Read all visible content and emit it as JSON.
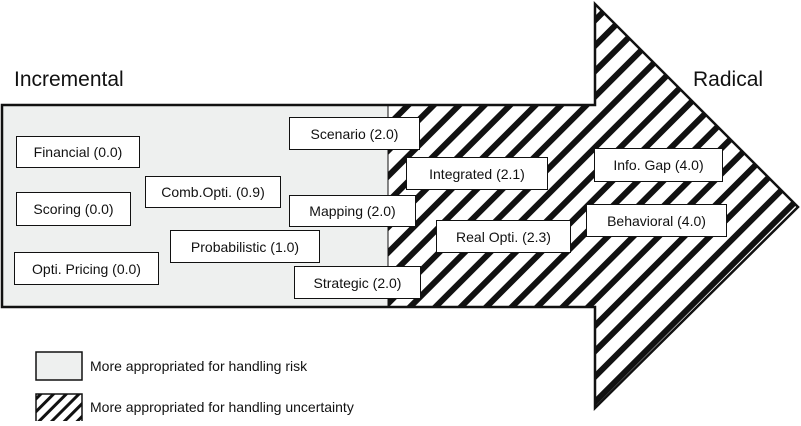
{
  "labels": {
    "left": "Incremental",
    "right": "Radical"
  },
  "methods": [
    {
      "id": "financial",
      "label": "Financial (0.0)"
    },
    {
      "id": "scoring",
      "label": "Scoring (0.0)"
    },
    {
      "id": "opti-pricing",
      "label": "Opti. Pricing (0.0)"
    },
    {
      "id": "comb-opti",
      "label": "Comb.Opti. (0.9)"
    },
    {
      "id": "probabilistic",
      "label": "Probabilistic (1.0)"
    },
    {
      "id": "scenario",
      "label": "Scenario (2.0)"
    },
    {
      "id": "mapping",
      "label": "Mapping (2.0)"
    },
    {
      "id": "strategic",
      "label": "Strategic (2.0)"
    },
    {
      "id": "integrated",
      "label": "Integrated (2.1)"
    },
    {
      "id": "real-opti",
      "label": "Real Opti. (2.3)"
    },
    {
      "id": "info-gap",
      "label": "Info. Gap (4.0)"
    },
    {
      "id": "behavioral",
      "label": "Behavioral (4.0)"
    }
  ],
  "legend": {
    "risk": "More appropriated for handling risk",
    "uncertainty": "More appropriated for handling uncertainty"
  },
  "colors": {
    "risk_fill": "#eef0ef",
    "outline": "#111111",
    "hatch": "#111111"
  }
}
